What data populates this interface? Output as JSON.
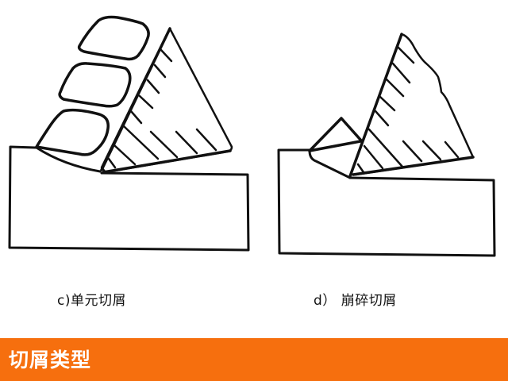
{
  "figure": {
    "panels": [
      {
        "id": "c",
        "caption": "c)单元切屑"
      },
      {
        "id": "d",
        "caption": "d） 崩碎切屑"
      }
    ]
  },
  "banner": {
    "title": "切屑类型",
    "color": "#f66f0e"
  }
}
